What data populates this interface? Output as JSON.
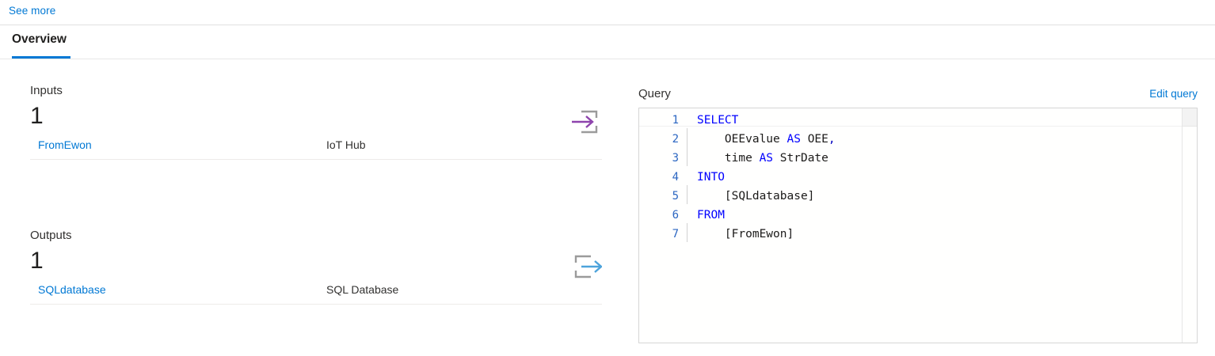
{
  "topbar": {
    "see_more_label": "See more"
  },
  "tabs": [
    {
      "label": "Overview",
      "selected": true
    }
  ],
  "inputs": {
    "title": "Inputs",
    "count": "1",
    "icon": "input-arrow-icon",
    "rows": [
      {
        "name": "FromEwon",
        "type": "IoT Hub"
      }
    ]
  },
  "outputs": {
    "title": "Outputs",
    "count": "1",
    "icon": "output-arrow-icon",
    "rows": [
      {
        "name": "SQLdatabase",
        "type": "SQL Database"
      }
    ]
  },
  "query": {
    "label": "Query",
    "edit_label": "Edit query",
    "lines": [
      {
        "num": "1",
        "indent": false,
        "segments": [
          {
            "t": "SELECT",
            "c": "kw"
          }
        ]
      },
      {
        "num": "2",
        "indent": true,
        "segments": [
          {
            "t": "    OEEvalue ",
            "c": ""
          },
          {
            "t": "AS",
            "c": "kw"
          },
          {
            "t": " OEE",
            "c": ""
          },
          {
            "t": ",",
            "c": "pn"
          }
        ]
      },
      {
        "num": "3",
        "indent": true,
        "segments": [
          {
            "t": "    time ",
            "c": ""
          },
          {
            "t": "AS",
            "c": "kw"
          },
          {
            "t": " StrDate",
            "c": ""
          }
        ]
      },
      {
        "num": "4",
        "indent": false,
        "segments": [
          {
            "t": "INTO",
            "c": "kw"
          }
        ]
      },
      {
        "num": "5",
        "indent": true,
        "segments": [
          {
            "t": "    [SQLdatabase]",
            "c": ""
          }
        ]
      },
      {
        "num": "6",
        "indent": false,
        "segments": [
          {
            "t": "FROM",
            "c": "kw"
          }
        ]
      },
      {
        "num": "7",
        "indent": true,
        "segments": [
          {
            "t": "    [FromEwon]",
            "c": ""
          }
        ]
      }
    ]
  },
  "colors": {
    "accent": "#0078d4",
    "keyword": "#0000ff",
    "line_number": "#2b66c2",
    "input_icon": "#8e44ad",
    "output_icon": "#4da3db",
    "icon_frame": "#9b9b9b"
  }
}
